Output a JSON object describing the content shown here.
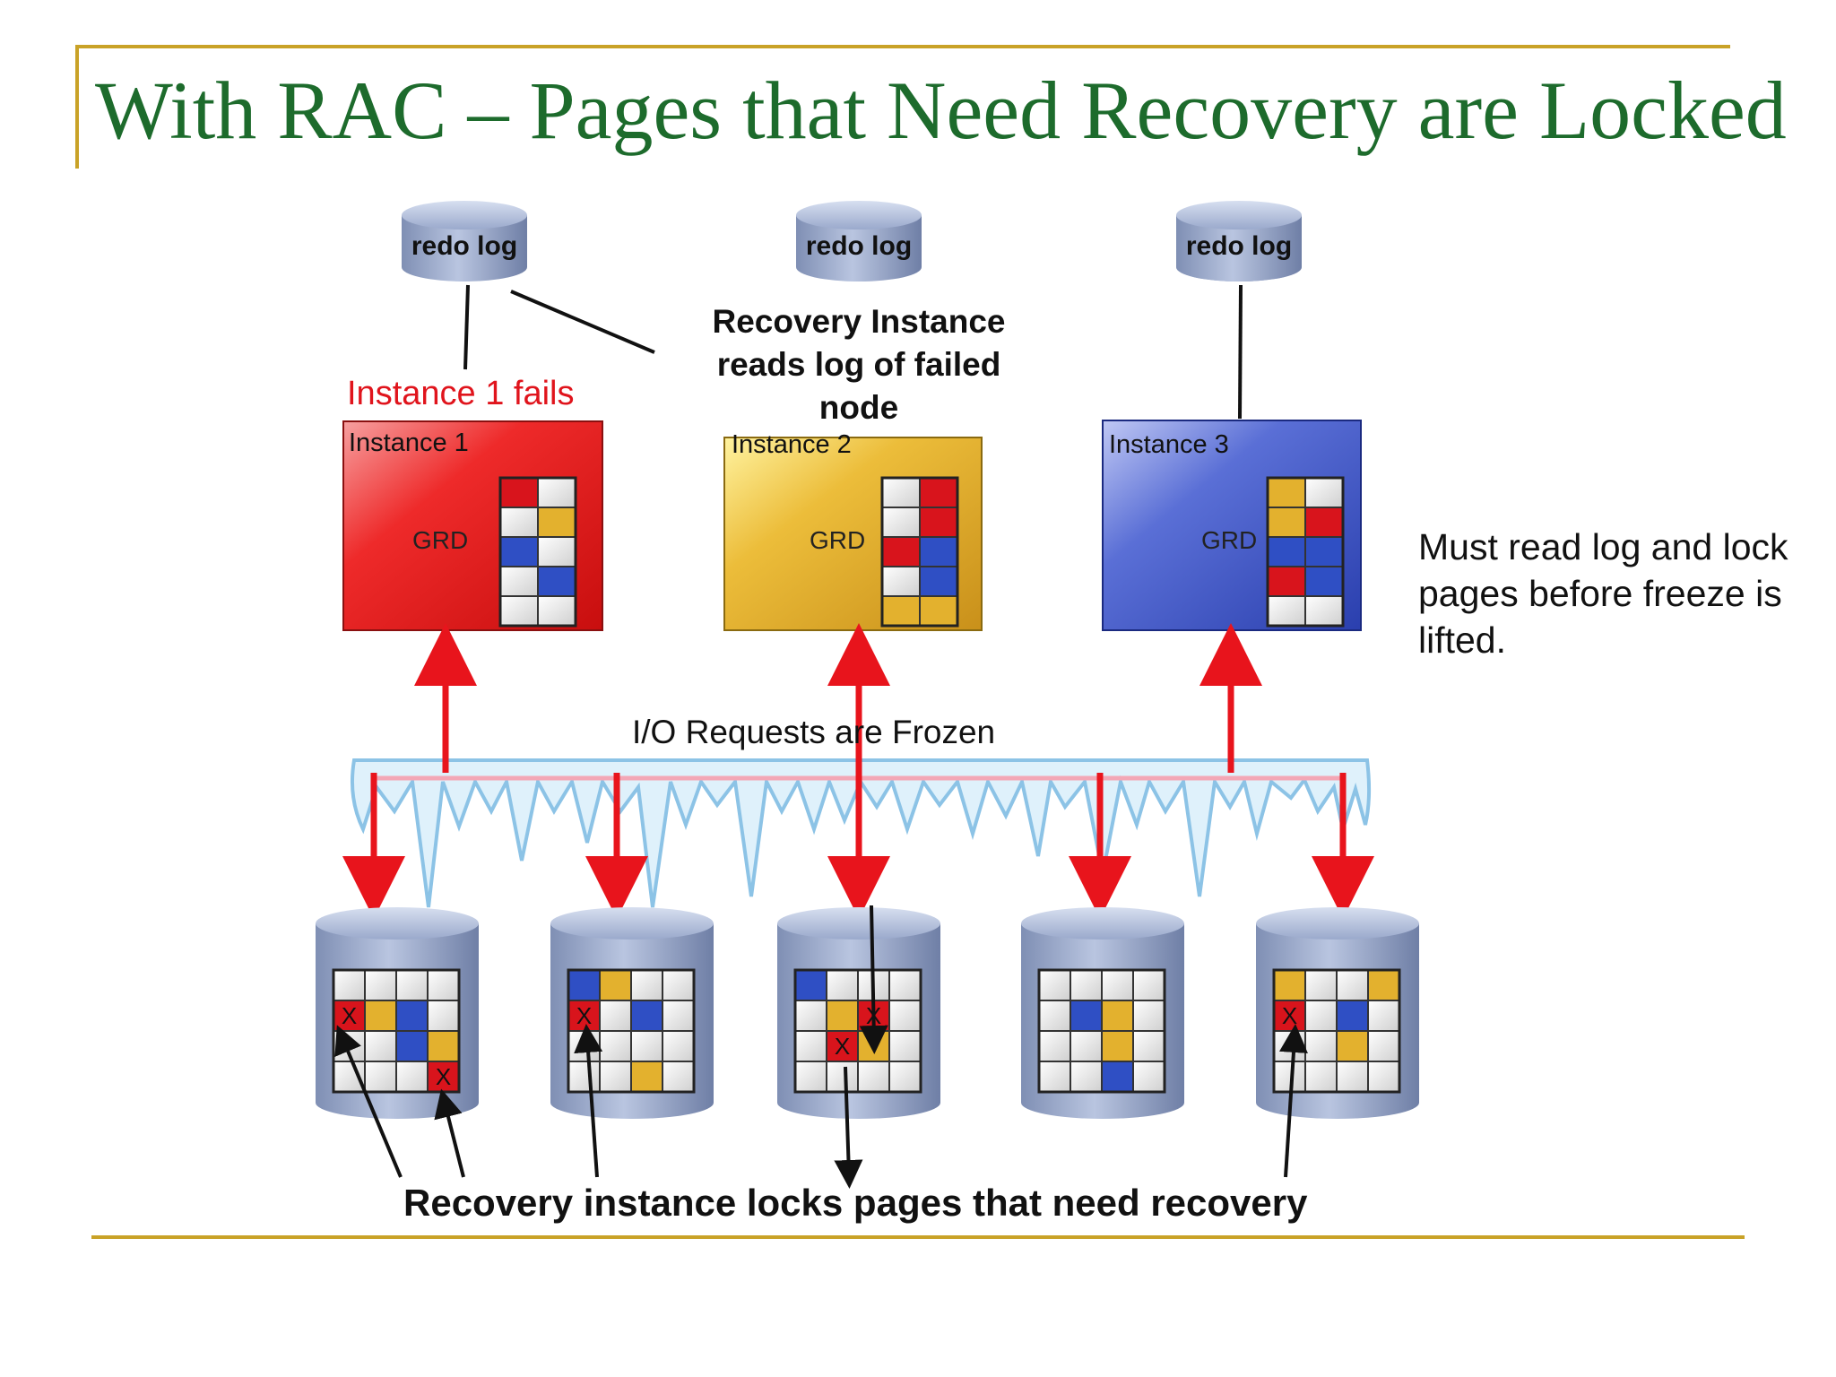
{
  "slide": {
    "title": "With RAC – Pages that Need Recovery are Locked",
    "accent_color": "#c9a227",
    "title_color": "#1d6b2c"
  },
  "redo_logs": [
    {
      "label": "redo log"
    },
    {
      "label": "redo log"
    },
    {
      "label": "redo log"
    }
  ],
  "instances": [
    {
      "label": "Instance  1",
      "grd": "GRD",
      "color": "#e11b1b",
      "status": "Instance 1 fails",
      "grid": [
        [
          "R",
          "W"
        ],
        [
          "W",
          "Y"
        ],
        [
          "B",
          "W"
        ],
        [
          "W",
          "B"
        ],
        [
          "W",
          "W"
        ]
      ]
    },
    {
      "label": "Instance  2",
      "grd": "GRD",
      "color": "#e8b028",
      "grid": [
        [
          "W",
          "R"
        ],
        [
          "W",
          "R"
        ],
        [
          "R",
          "B"
        ],
        [
          "W",
          "B"
        ],
        [
          "Y",
          "Y"
        ]
      ]
    },
    {
      "label": "Instance  3",
      "grd": "GRD",
      "color": "#3d55c8",
      "grid": [
        [
          "Y",
          "W"
        ],
        [
          "Y",
          "R"
        ],
        [
          "B",
          "B"
        ],
        [
          "R",
          "B"
        ],
        [
          "W",
          "W"
        ]
      ]
    }
  ],
  "recovery_note": [
    "Recovery Instance",
    "reads log of failed",
    "node"
  ],
  "side_note": "Must read log and lock pages before freeze is lifted.",
  "io_label": "I/O Requests  are Frozen",
  "bottom_label": "Recovery instance locks pages that need recovery",
  "lock_mark": "X",
  "disks": [
    {
      "grid": [
        [
          "W",
          "W",
          "W",
          "W"
        ],
        [
          "X",
          "Y",
          "B",
          "W"
        ],
        [
          "W",
          "W",
          "B",
          "Y"
        ],
        [
          "W",
          "W",
          "W",
          "X"
        ]
      ]
    },
    {
      "grid": [
        [
          "B",
          "Y",
          "W",
          "W"
        ],
        [
          "X",
          "W",
          "B",
          "W"
        ],
        [
          "W",
          "W",
          "W",
          "W"
        ],
        [
          "W",
          "W",
          "Y",
          "W"
        ]
      ]
    },
    {
      "grid": [
        [
          "B",
          "W",
          "W",
          "W"
        ],
        [
          "W",
          "Y",
          "X",
          "W"
        ],
        [
          "W",
          "X",
          "Y",
          "W"
        ],
        [
          "W",
          "W",
          "W",
          "W"
        ]
      ]
    },
    {
      "grid": [
        [
          "W",
          "W",
          "W",
          "W"
        ],
        [
          "W",
          "B",
          "Y",
          "W"
        ],
        [
          "W",
          "W",
          "Y",
          "W"
        ],
        [
          "W",
          "W",
          "B",
          "W"
        ]
      ]
    },
    {
      "grid": [
        [
          "Y",
          "W",
          "W",
          "Y"
        ],
        [
          "X",
          "W",
          "B",
          "W"
        ],
        [
          "W",
          "W",
          "Y",
          "W"
        ],
        [
          "W",
          "W",
          "W",
          "W"
        ]
      ]
    }
  ],
  "colors": {
    "red": "#d8141c",
    "blue": "#2f4fc4",
    "yellow": "#e3b12e",
    "white": "#eeeeee",
    "ice": "#9fd0ee",
    "arrow": "#e8141c"
  }
}
